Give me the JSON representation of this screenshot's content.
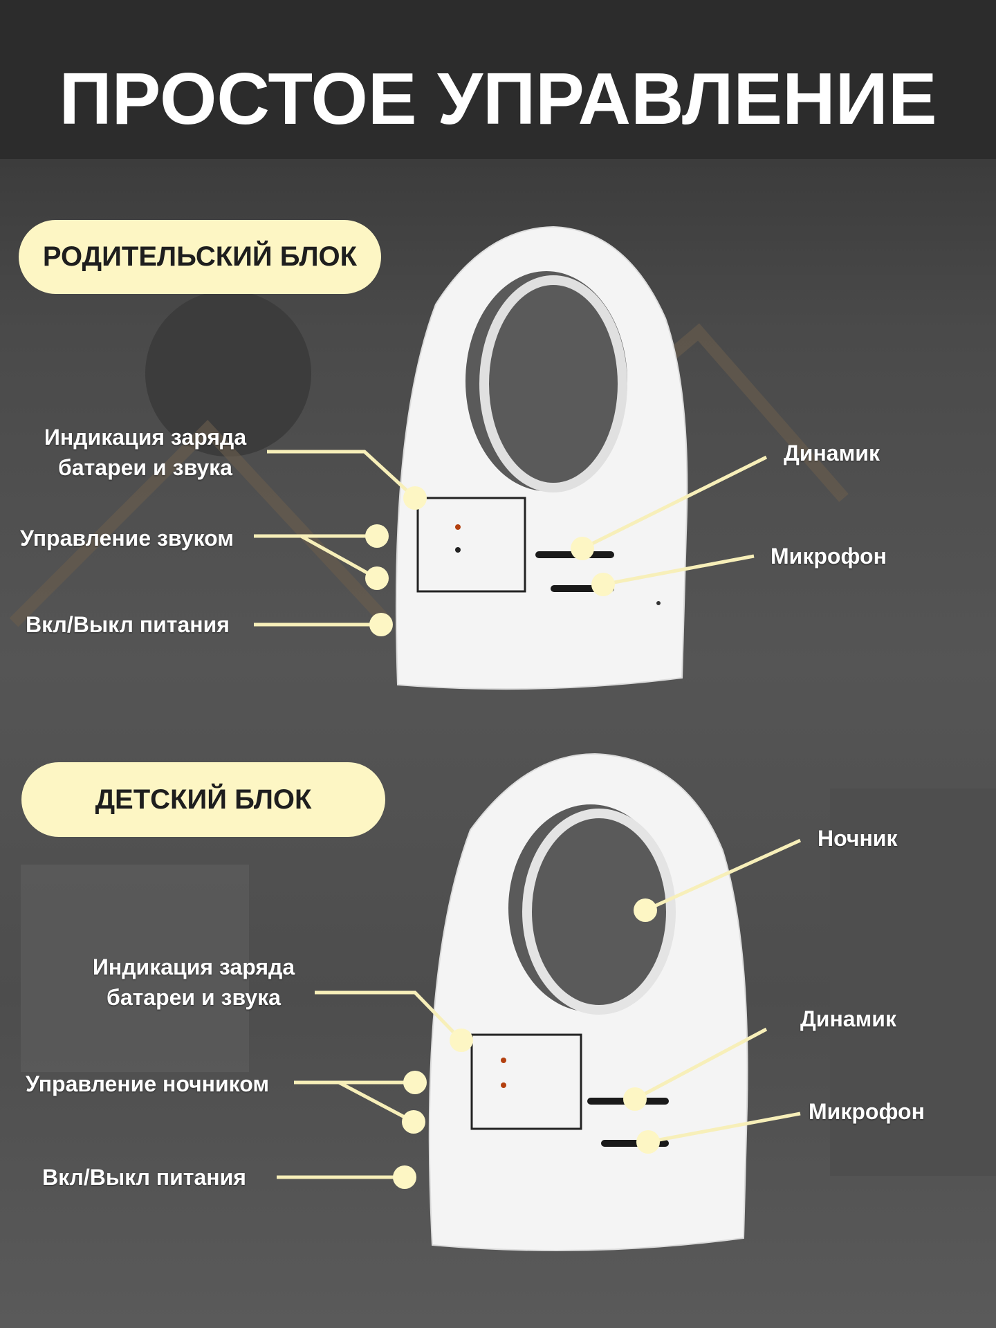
{
  "title": "ПРОСТОЕ УПРАВЛЕНИЕ",
  "parent_unit": {
    "badge": "РОДИТЕЛЬСКИЙ БЛОК",
    "labels": {
      "indicator_line1": "Индикация заряда",
      "indicator_line2": "батареи и звука",
      "volume": "Управление звуком",
      "power": "Вкл/Выкл  питания",
      "speaker": "Динамик",
      "microphone": "Микрофон"
    }
  },
  "baby_unit": {
    "badge": "ДЕТСКИЙ БЛОК",
    "labels": {
      "nightlight": "Ночник",
      "indicator_line1": "Индикация заряда",
      "indicator_line2": "батареи и звука",
      "nightlight_control": "Управление ночником",
      "power": "Вкл/Выкл  питания",
      "speaker": "Динамик",
      "microphone": "Микрофон"
    }
  },
  "colors": {
    "accent": "#fdf6c4",
    "title": "#ffffff",
    "device": "#f4f4f4"
  }
}
